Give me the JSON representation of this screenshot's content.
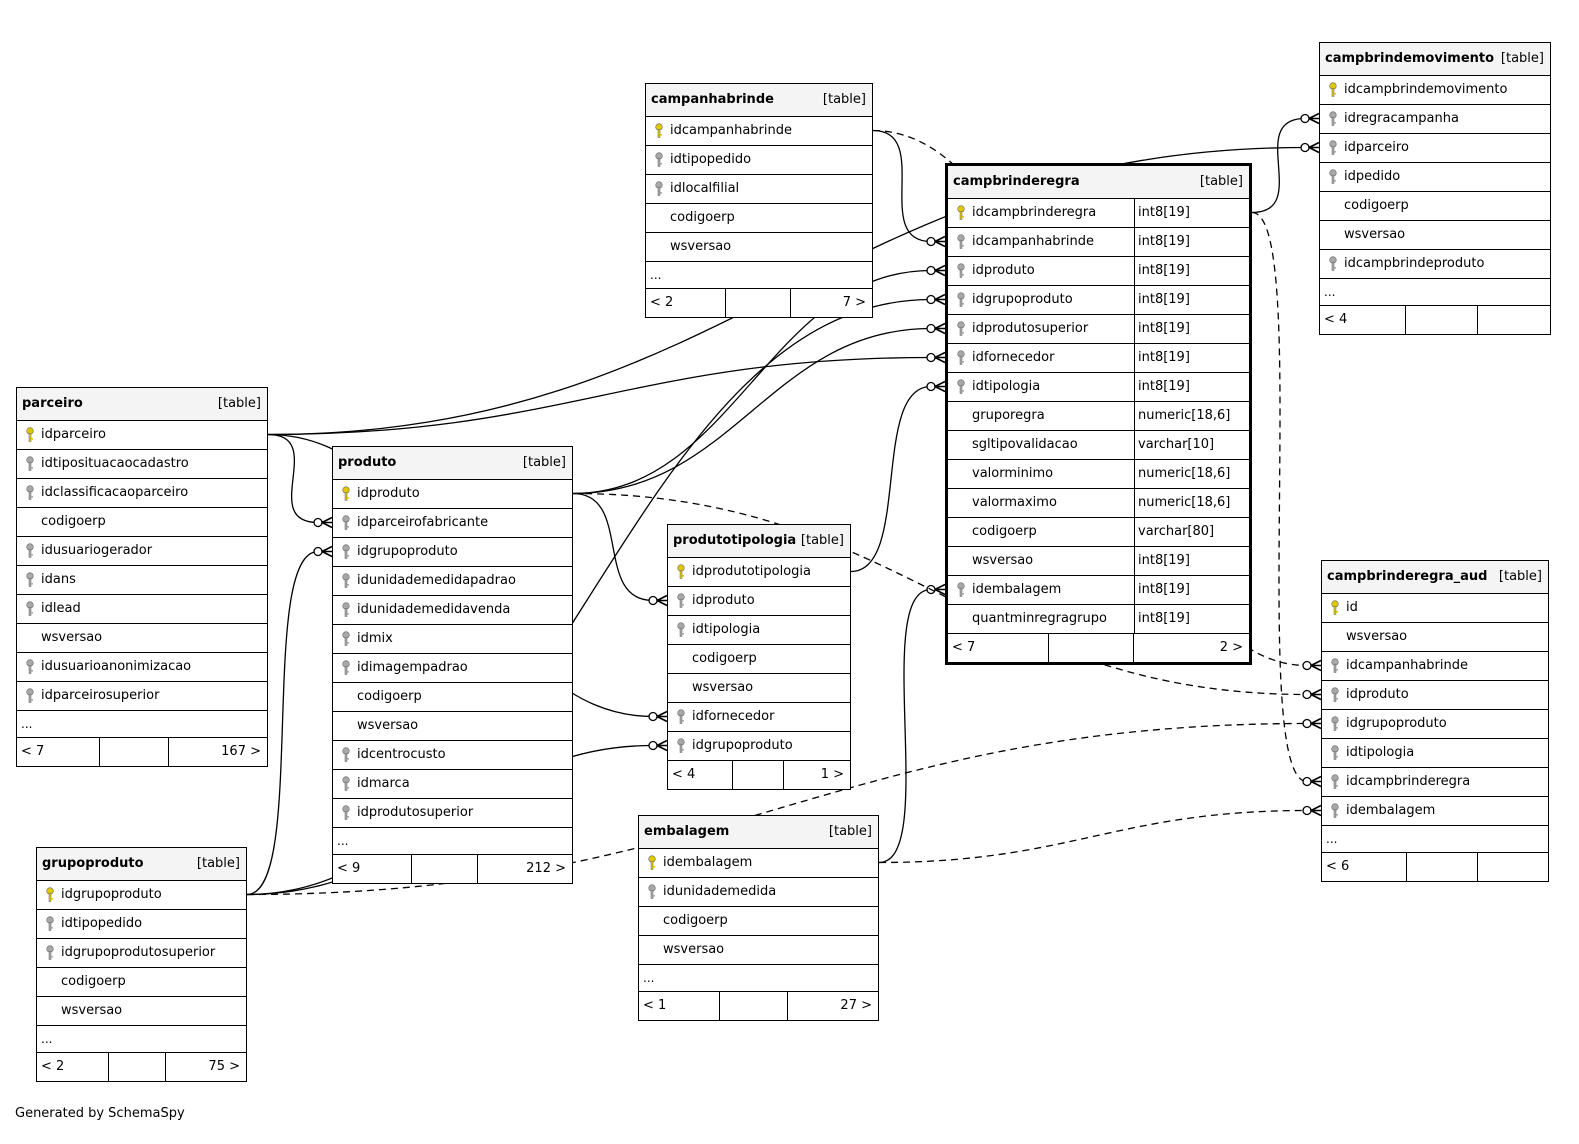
{
  "footer_text": "Generated by SchemaSpy",
  "colors": {
    "primary_key": "#e0c800",
    "foreign_key": "#a8a8a8",
    "header_bg": "#f4f4f4"
  },
  "tables": [
    {
      "id": "campanhabrinde",
      "name": "campanhabrinde",
      "type": "[table]",
      "columns": [
        {
          "name": "idcampanhabrinde",
          "key": "pk"
        },
        {
          "name": "idtipopedido",
          "key": "fk"
        },
        {
          "name": "idlocalfilial",
          "key": "fk"
        },
        {
          "name": "codigoerp",
          "key": ""
        },
        {
          "name": "wsversao",
          "key": ""
        }
      ],
      "ellipsis": "...",
      "footer": [
        "< 2",
        "",
        "7 >"
      ]
    },
    {
      "id": "campbrindemovimento",
      "name": "campbrindemovimento",
      "type": "[table]",
      "columns": [
        {
          "name": "idcampbrindemovimento",
          "key": "pk"
        },
        {
          "name": "idregracampanha",
          "key": "fk"
        },
        {
          "name": "idparceiro",
          "key": "fk"
        },
        {
          "name": "idpedido",
          "key": "fk"
        },
        {
          "name": "codigoerp",
          "key": ""
        },
        {
          "name": "wsversao",
          "key": ""
        },
        {
          "name": "idcampbrindeproduto",
          "key": "fk"
        }
      ],
      "ellipsis": "...",
      "footer": [
        "< 4",
        "",
        ""
      ]
    },
    {
      "id": "campbrinderegra",
      "name": "campbrinderegra",
      "type": "[table]",
      "columns": [
        {
          "name": "idcampbrinderegra",
          "key": "pk",
          "type": "int8[19]"
        },
        {
          "name": "idcampanhabrinde",
          "key": "fk",
          "type": "int8[19]"
        },
        {
          "name": "idproduto",
          "key": "fk",
          "type": "int8[19]"
        },
        {
          "name": "idgrupoproduto",
          "key": "fk",
          "type": "int8[19]"
        },
        {
          "name": "idprodutosuperior",
          "key": "fk",
          "type": "int8[19]"
        },
        {
          "name": "idfornecedor",
          "key": "fk",
          "type": "int8[19]"
        },
        {
          "name": "idtipologia",
          "key": "fk",
          "type": "int8[19]"
        },
        {
          "name": "gruporegra",
          "key": "",
          "type": "numeric[18,6]"
        },
        {
          "name": "sgltipovalidacao",
          "key": "",
          "type": "varchar[10]"
        },
        {
          "name": "valorminimo",
          "key": "",
          "type": "numeric[18,6]"
        },
        {
          "name": "valormaximo",
          "key": "",
          "type": "numeric[18,6]"
        },
        {
          "name": "codigoerp",
          "key": "",
          "type": "varchar[80]"
        },
        {
          "name": "wsversao",
          "key": "",
          "type": "int8[19]"
        },
        {
          "name": "idembalagem",
          "key": "fk",
          "type": "int8[19]"
        },
        {
          "name": "quantminregragrupo",
          "key": "",
          "type": "int8[19]"
        }
      ],
      "ellipsis": "",
      "footer": [
        "< 7",
        "",
        "2 >"
      ]
    },
    {
      "id": "parceiro",
      "name": "parceiro",
      "type": "[table]",
      "columns": [
        {
          "name": "idparceiro",
          "key": "pk"
        },
        {
          "name": "idtiposituacaocadastro",
          "key": "fk"
        },
        {
          "name": "idclassificacaoparceiro",
          "key": "fk"
        },
        {
          "name": "codigoerp",
          "key": ""
        },
        {
          "name": "idusuariogerador",
          "key": "fk"
        },
        {
          "name": "idans",
          "key": "fk"
        },
        {
          "name": "idlead",
          "key": "fk"
        },
        {
          "name": "wsversao",
          "key": ""
        },
        {
          "name": "idusuarioanonimizacao",
          "key": "fk"
        },
        {
          "name": "idparceirosuperior",
          "key": "fk"
        }
      ],
      "ellipsis": "...",
      "footer": [
        "< 7",
        "",
        "167 >"
      ]
    },
    {
      "id": "produto",
      "name": "produto",
      "type": "[table]",
      "columns": [
        {
          "name": "idproduto",
          "key": "pk"
        },
        {
          "name": "idparceirofabricante",
          "key": "fk"
        },
        {
          "name": "idgrupoproduto",
          "key": "fk"
        },
        {
          "name": "idunidademedidapadrao",
          "key": "fk"
        },
        {
          "name": "idunidademedidavenda",
          "key": "fk"
        },
        {
          "name": "idmix",
          "key": "fk"
        },
        {
          "name": "idimagempadrao",
          "key": "fk"
        },
        {
          "name": "codigoerp",
          "key": ""
        },
        {
          "name": "wsversao",
          "key": ""
        },
        {
          "name": "idcentrocusto",
          "key": "fk"
        },
        {
          "name": "idmarca",
          "key": "fk"
        },
        {
          "name": "idprodutosuperior",
          "key": "fk"
        }
      ],
      "ellipsis": "...",
      "footer": [
        "< 9",
        "",
        "212 >"
      ]
    },
    {
      "id": "produtotipologia",
      "name": "produtotipologia",
      "type": "[table]",
      "columns": [
        {
          "name": "idprodutotipologia",
          "key": "pk"
        },
        {
          "name": "idproduto",
          "key": "fk"
        },
        {
          "name": "idtipologia",
          "key": "fk"
        },
        {
          "name": "codigoerp",
          "key": ""
        },
        {
          "name": "wsversao",
          "key": ""
        },
        {
          "name": "idfornecedor",
          "key": "fk"
        },
        {
          "name": "idgrupoproduto",
          "key": "fk"
        }
      ],
      "ellipsis": "",
      "footer": [
        "< 4",
        "",
        "1 >"
      ]
    },
    {
      "id": "campbrinderegra_aud",
      "name": "campbrinderegra_aud",
      "type": "[table]",
      "columns": [
        {
          "name": "id",
          "key": "pk"
        },
        {
          "name": "wsversao",
          "key": ""
        },
        {
          "name": "idcampanhabrinde",
          "key": "fk"
        },
        {
          "name": "idproduto",
          "key": "fk"
        },
        {
          "name": "idgrupoproduto",
          "key": "fk"
        },
        {
          "name": "idtipologia",
          "key": "fk"
        },
        {
          "name": "idcampbrinderegra",
          "key": "fk"
        },
        {
          "name": "idembalagem",
          "key": "fk"
        }
      ],
      "ellipsis": "...",
      "footer": [
        "< 6",
        "",
        ""
      ]
    },
    {
      "id": "grupoproduto",
      "name": "grupoproduto",
      "type": "[table]",
      "columns": [
        {
          "name": "idgrupoproduto",
          "key": "pk"
        },
        {
          "name": "idtipopedido",
          "key": "fk"
        },
        {
          "name": "idgrupoprodutosuperior",
          "key": "fk"
        },
        {
          "name": "codigoerp",
          "key": ""
        },
        {
          "name": "wsversao",
          "key": ""
        }
      ],
      "ellipsis": "...",
      "footer": [
        "< 2",
        "",
        "75 >"
      ]
    },
    {
      "id": "embalagem",
      "name": "embalagem",
      "type": "[table]",
      "columns": [
        {
          "name": "idembalagem",
          "key": "pk"
        },
        {
          "name": "idunidademedida",
          "key": "fk"
        },
        {
          "name": "codigoerp",
          "key": ""
        },
        {
          "name": "wsversao",
          "key": ""
        }
      ],
      "ellipsis": "...",
      "footer": [
        "< 1",
        "",
        "27 >"
      ]
    }
  ],
  "relationships": [
    {
      "from": "campanhabrinde.idcampanhabrinde",
      "to": "campbrinderegra.idcampanhabrinde",
      "style": "solid"
    },
    {
      "from": "produto.idproduto",
      "to": "campbrinderegra.idproduto",
      "style": "solid"
    },
    {
      "from": "grupoproduto.idgrupoproduto",
      "to": "campbrinderegra.idgrupoproduto",
      "style": "solid"
    },
    {
      "from": "produto.idproduto",
      "to": "campbrinderegra.idprodutosuperior",
      "style": "solid"
    },
    {
      "from": "parceiro.idparceiro",
      "to": "campbrinderegra.idfornecedor",
      "style": "solid"
    },
    {
      "from": "produtotipologia.idprodutotipologia",
      "to": "campbrinderegra.idtipologia",
      "style": "solid"
    },
    {
      "from": "embalagem.idembalagem",
      "to": "campbrinderegra.idembalagem",
      "style": "solid"
    },
    {
      "from": "parceiro.idparceiro",
      "to": "produto.idparceirofabricante",
      "style": "solid"
    },
    {
      "from": "grupoproduto.idgrupoproduto",
      "to": "produto.idgrupoproduto",
      "style": "solid"
    },
    {
      "from": "produto.idproduto",
      "to": "produtotipologia.idproduto",
      "style": "solid"
    },
    {
      "from": "parceiro.idparceiro",
      "to": "produtotipologia.idfornecedor",
      "style": "solid"
    },
    {
      "from": "grupoproduto.idgrupoproduto",
      "to": "produtotipologia.idgrupoproduto",
      "style": "solid"
    },
    {
      "from": "campbrinderegra.idcampbrinderegra",
      "to": "campbrindemovimento.idregracampanha",
      "style": "solid"
    },
    {
      "from": "parceiro.idparceiro",
      "to": "campbrindemovimento.idparceiro",
      "style": "solid"
    },
    {
      "from": "campanhabrinde.idcampanhabrinde",
      "to": "campbrinderegra_aud.idcampanhabrinde",
      "style": "dashed"
    },
    {
      "from": "produto.idproduto",
      "to": "campbrinderegra_aud.idproduto",
      "style": "dashed"
    },
    {
      "from": "grupoproduto.idgrupoproduto",
      "to": "campbrinderegra_aud.idgrupoproduto",
      "style": "dashed"
    },
    {
      "from": "campbrinderegra.idcampbrinderegra",
      "to": "campbrinderegra_aud.idcampbrinderegra",
      "style": "dashed"
    },
    {
      "from": "embalagem.idembalagem",
      "to": "campbrinderegra_aud.idembalagem",
      "style": "dashed"
    }
  ]
}
